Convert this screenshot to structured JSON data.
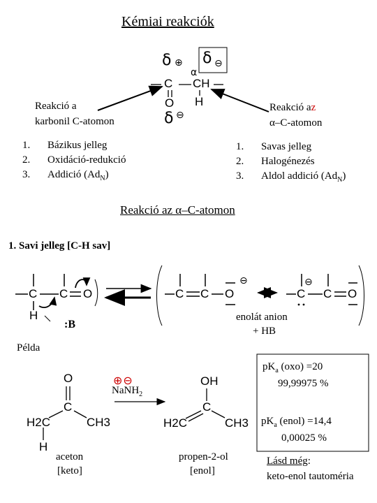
{
  "title": "Kémiai reakciók",
  "header_structure": {
    "delta_plus": "δ",
    "plus_sign": "⊕",
    "delta_minus": "δ",
    "minus_sign": "⊖",
    "alpha": "α",
    "carbon": "C",
    "ch": "CH",
    "oxygen": "O",
    "hydrogen": "H",
    "delta_o": "δ",
    "minus_o": "⊖"
  },
  "left_reaction": {
    "line1": "Reakció a",
    "line2": "karbonil C-atomon",
    "items": [
      {
        "num": "1.",
        "text": "Bázikus jelleg"
      },
      {
        "num": "2.",
        "text": "Oxidáció-redukció"
      },
      {
        "num": "3.",
        "text": "Addició (Ad",
        "sub": "N",
        "tail": ")"
      }
    ]
  },
  "right_reaction": {
    "line1_prefix": "Reakció a",
    "line1_red": "z",
    "line2": "α–C-atomon",
    "items": [
      {
        "num": "1.",
        "text": "Savas jelleg"
      },
      {
        "num": "2.",
        "text": "Halogénezés"
      },
      {
        "num": "3.",
        "text": "Aldol addició (Ad",
        "sub": "N",
        "tail": ")"
      }
    ]
  },
  "section_title": "Reakció az α–C-atomon",
  "subsection_title": "1. Savi jelleg [C-H sav]",
  "mechanism": {
    "c1": "C",
    "c2": "C",
    "o1": "O",
    "h1": "H",
    "base": ":B",
    "enolate_c1": "C",
    "enolate_c2": "C",
    "enolate_o": "O",
    "minus1": "⊖",
    "res_c1": "C",
    "res_c2": "C",
    "res_o": "O",
    "minus2": "⊖",
    "enolate_label": "enolát anion",
    "enolate_label2": "+ HB"
  },
  "example": {
    "label": "Példa",
    "reagent_charges": "⊕⊖",
    "reagent": "NaNH",
    "reagent_sub": "2",
    "aceton_o": "O",
    "aceton_c": "C",
    "aceton_h2c": "H2C",
    "aceton_ch3": "CH3",
    "aceton_h": "H",
    "aceton_name": "aceton",
    "aceton_type": "[keto]",
    "enol_oh": "OH",
    "enol_c": "C",
    "enol_h2c": "H2C",
    "enol_ch3": "CH3",
    "enol_name": "propen-2-ol",
    "enol_type": "[enol]",
    "pka_oxo_prefix": "pK",
    "pka_oxo_sub": "a",
    "pka_oxo_tail": " (oxo) =20",
    "pka_oxo_pct": "99,99975 %",
    "pka_enol_prefix": "pK",
    "pka_enol_sub": "a",
    "pka_enol_tail": " (enol) =14,4",
    "pka_enol_pct": "0,00025 %",
    "see_also": "Lásd még",
    "see_also_colon": ":",
    "see_also_target": "keto-enol tautoméria"
  }
}
